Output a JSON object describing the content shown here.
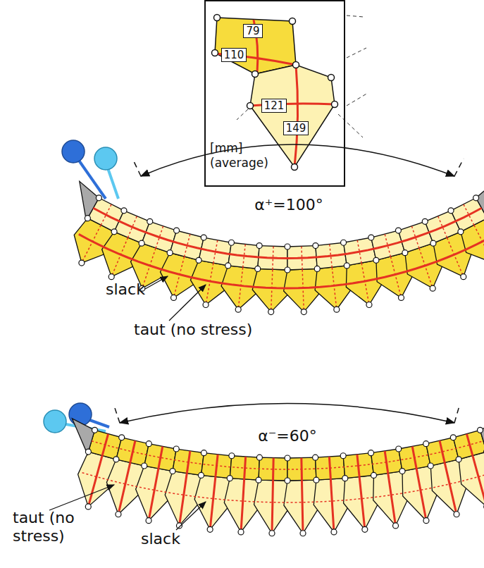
{
  "diagram": {
    "nodes": [
      {
        "text": [
          "[mm] (average)"
        ]
      },
      {
        "text": [
          "79"
        ],
        "in": 0
      },
      {
        "text": [
          "110"
        ],
        "in": 0
      },
      {
        "text": [
          "121"
        ],
        "in": 0
      },
      {
        "text": [
          "149"
        ],
        "in": 0
      }
    ],
    "labels": [
      "α⁺=100°",
      "slack",
      "taut (no stress)",
      "α⁻=60°",
      "taut (no stress)",
      "slack"
    ]
  }
}
